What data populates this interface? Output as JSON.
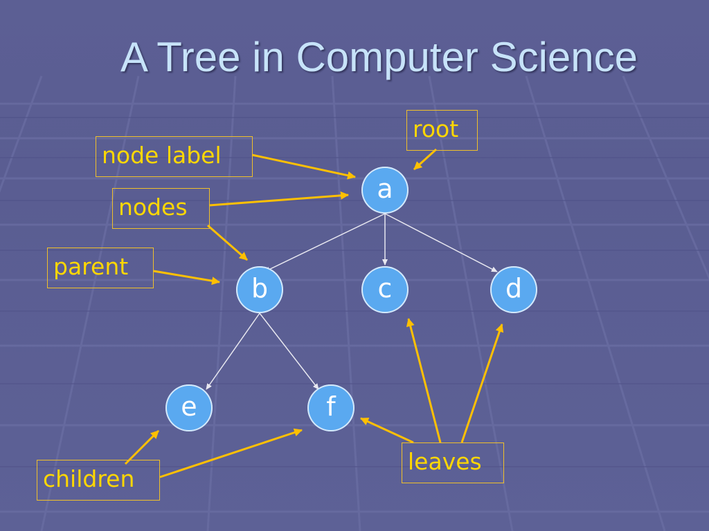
{
  "slide": {
    "title": "A Tree in Computer Science"
  },
  "tree": {
    "nodes": [
      {
        "id": "a",
        "label": "a"
      },
      {
        "id": "b",
        "label": "b"
      },
      {
        "id": "c",
        "label": "c"
      },
      {
        "id": "d",
        "label": "d"
      },
      {
        "id": "e",
        "label": "e"
      },
      {
        "id": "f",
        "label": "f"
      }
    ],
    "edges": [
      {
        "from": "a",
        "to": "b"
      },
      {
        "from": "a",
        "to": "c"
      },
      {
        "from": "a",
        "to": "d"
      },
      {
        "from": "b",
        "to": "e"
      },
      {
        "from": "b",
        "to": "f"
      }
    ]
  },
  "annotations": {
    "root": "root",
    "node_label": "node label",
    "nodes": "nodes",
    "parent": "parent",
    "children": "children",
    "leaves": "leaves"
  },
  "colors": {
    "background": "#5c5f94",
    "title": "#c7e3f9",
    "node_fill": "#5aa9f0",
    "node_text": "#ffffff",
    "annotation": "#ffd700",
    "edge": "#e8e8f0"
  }
}
